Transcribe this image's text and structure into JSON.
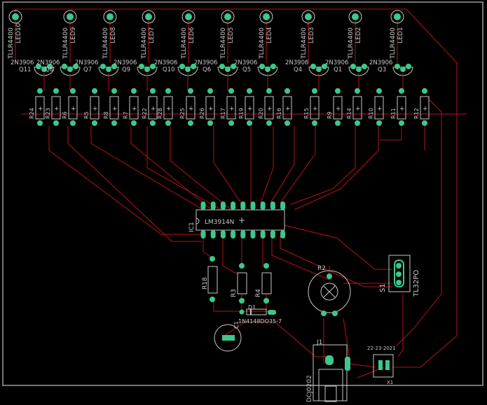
{
  "colors": {
    "background": "#000000",
    "outline": "#9a9a9a",
    "trace": "#b81414",
    "pad": "#3ec78c",
    "silk": "#c8c8c8"
  },
  "leds": [
    {
      "name": "LED10",
      "part": "TLLR4400"
    },
    {
      "name": "LED9",
      "part": "TLLR4400"
    },
    {
      "name": "LED8",
      "part": "TLLR4400"
    },
    {
      "name": "LED7",
      "part": "TLLR4400"
    },
    {
      "name": "LED6",
      "part": "TLLR4400"
    },
    {
      "name": "LED5",
      "part": "TLLR4400"
    },
    {
      "name": "LED4",
      "part": "TLLR4400"
    },
    {
      "name": "LED3",
      "part": "TLLR4400"
    },
    {
      "name": "LED2",
      "part": "TLLR4400"
    },
    {
      "name": "LED1",
      "part": "TLLR4400"
    }
  ],
  "transistors": [
    {
      "name": "Q11",
      "part": "2N3906"
    },
    {
      "name": "Q8",
      "part": "2N3906"
    },
    {
      "name": "Q7",
      "part": "2N3906"
    },
    {
      "name": "Q9",
      "part": "2N3906"
    },
    {
      "name": "Q10",
      "part": "2N3906"
    },
    {
      "name": "Q6",
      "part": "2N3906"
    },
    {
      "name": "Q5",
      "part": "2N3906"
    },
    {
      "name": "Q4",
      "part": "2N3906"
    },
    {
      "name": "Q1",
      "part": "2N3906"
    },
    {
      "name": "Q3",
      "part": "2N3906"
    }
  ],
  "resistor_row": [
    "R24",
    "R23",
    "R6",
    "R5",
    "R8",
    "R7",
    "R22",
    "R28",
    "R25",
    "R26",
    "R17",
    "R19",
    "R20",
    "R16",
    "R15",
    "R9",
    "R14",
    "R10",
    "R11",
    "R12"
  ],
  "ic": {
    "name": "IC1",
    "part": "LM3914N"
  },
  "lower_resistors": [
    "R18",
    "R3",
    "R4"
  ],
  "diode": {
    "name": "D1",
    "part": "1N4148DO35-7"
  },
  "capacitor": {
    "name": "C1"
  },
  "potentiometer": {
    "name": "R2"
  },
  "switch": {
    "name": "S1",
    "part": "TL32PO"
  },
  "jack": {
    "name": "J1",
    "part": "DCJ0202"
  },
  "connector": {
    "name": "X1",
    "part": "22-23-2021"
  }
}
